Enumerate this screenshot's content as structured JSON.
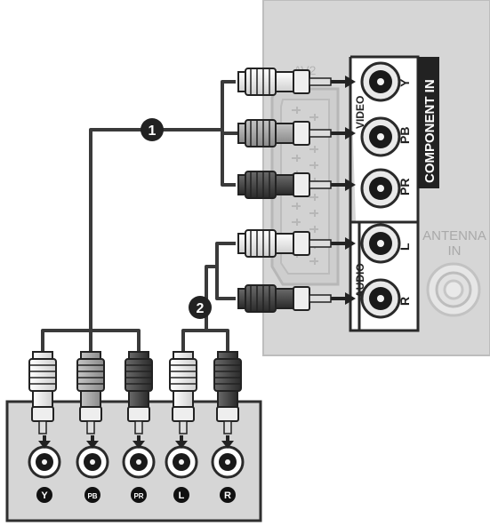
{
  "tv_panel": {
    "component_title": "COMPONENT  IN",
    "video_label": "VIDEO",
    "audio_label": "AUDIO",
    "scart_label": "AV2",
    "jack_labels": [
      "Y",
      "PB",
      "PR",
      "L",
      "R"
    ],
    "antenna_line1": "ANTENNA",
    "antenna_line2": "IN"
  },
  "callouts": [
    "1",
    "2"
  ],
  "device": {
    "jack_labels": [
      "Y",
      "PB",
      "PR",
      "L",
      "R"
    ]
  },
  "colors": {
    "panel": "#d6d6d6",
    "panel_border": "#bdbdbd",
    "cable": "#3a3a3a",
    "plug_white": "#f2f2f2",
    "plug_gray": "#9a9a9a",
    "plug_dark": "#3c3c3c",
    "title_bg": "#222222"
  }
}
